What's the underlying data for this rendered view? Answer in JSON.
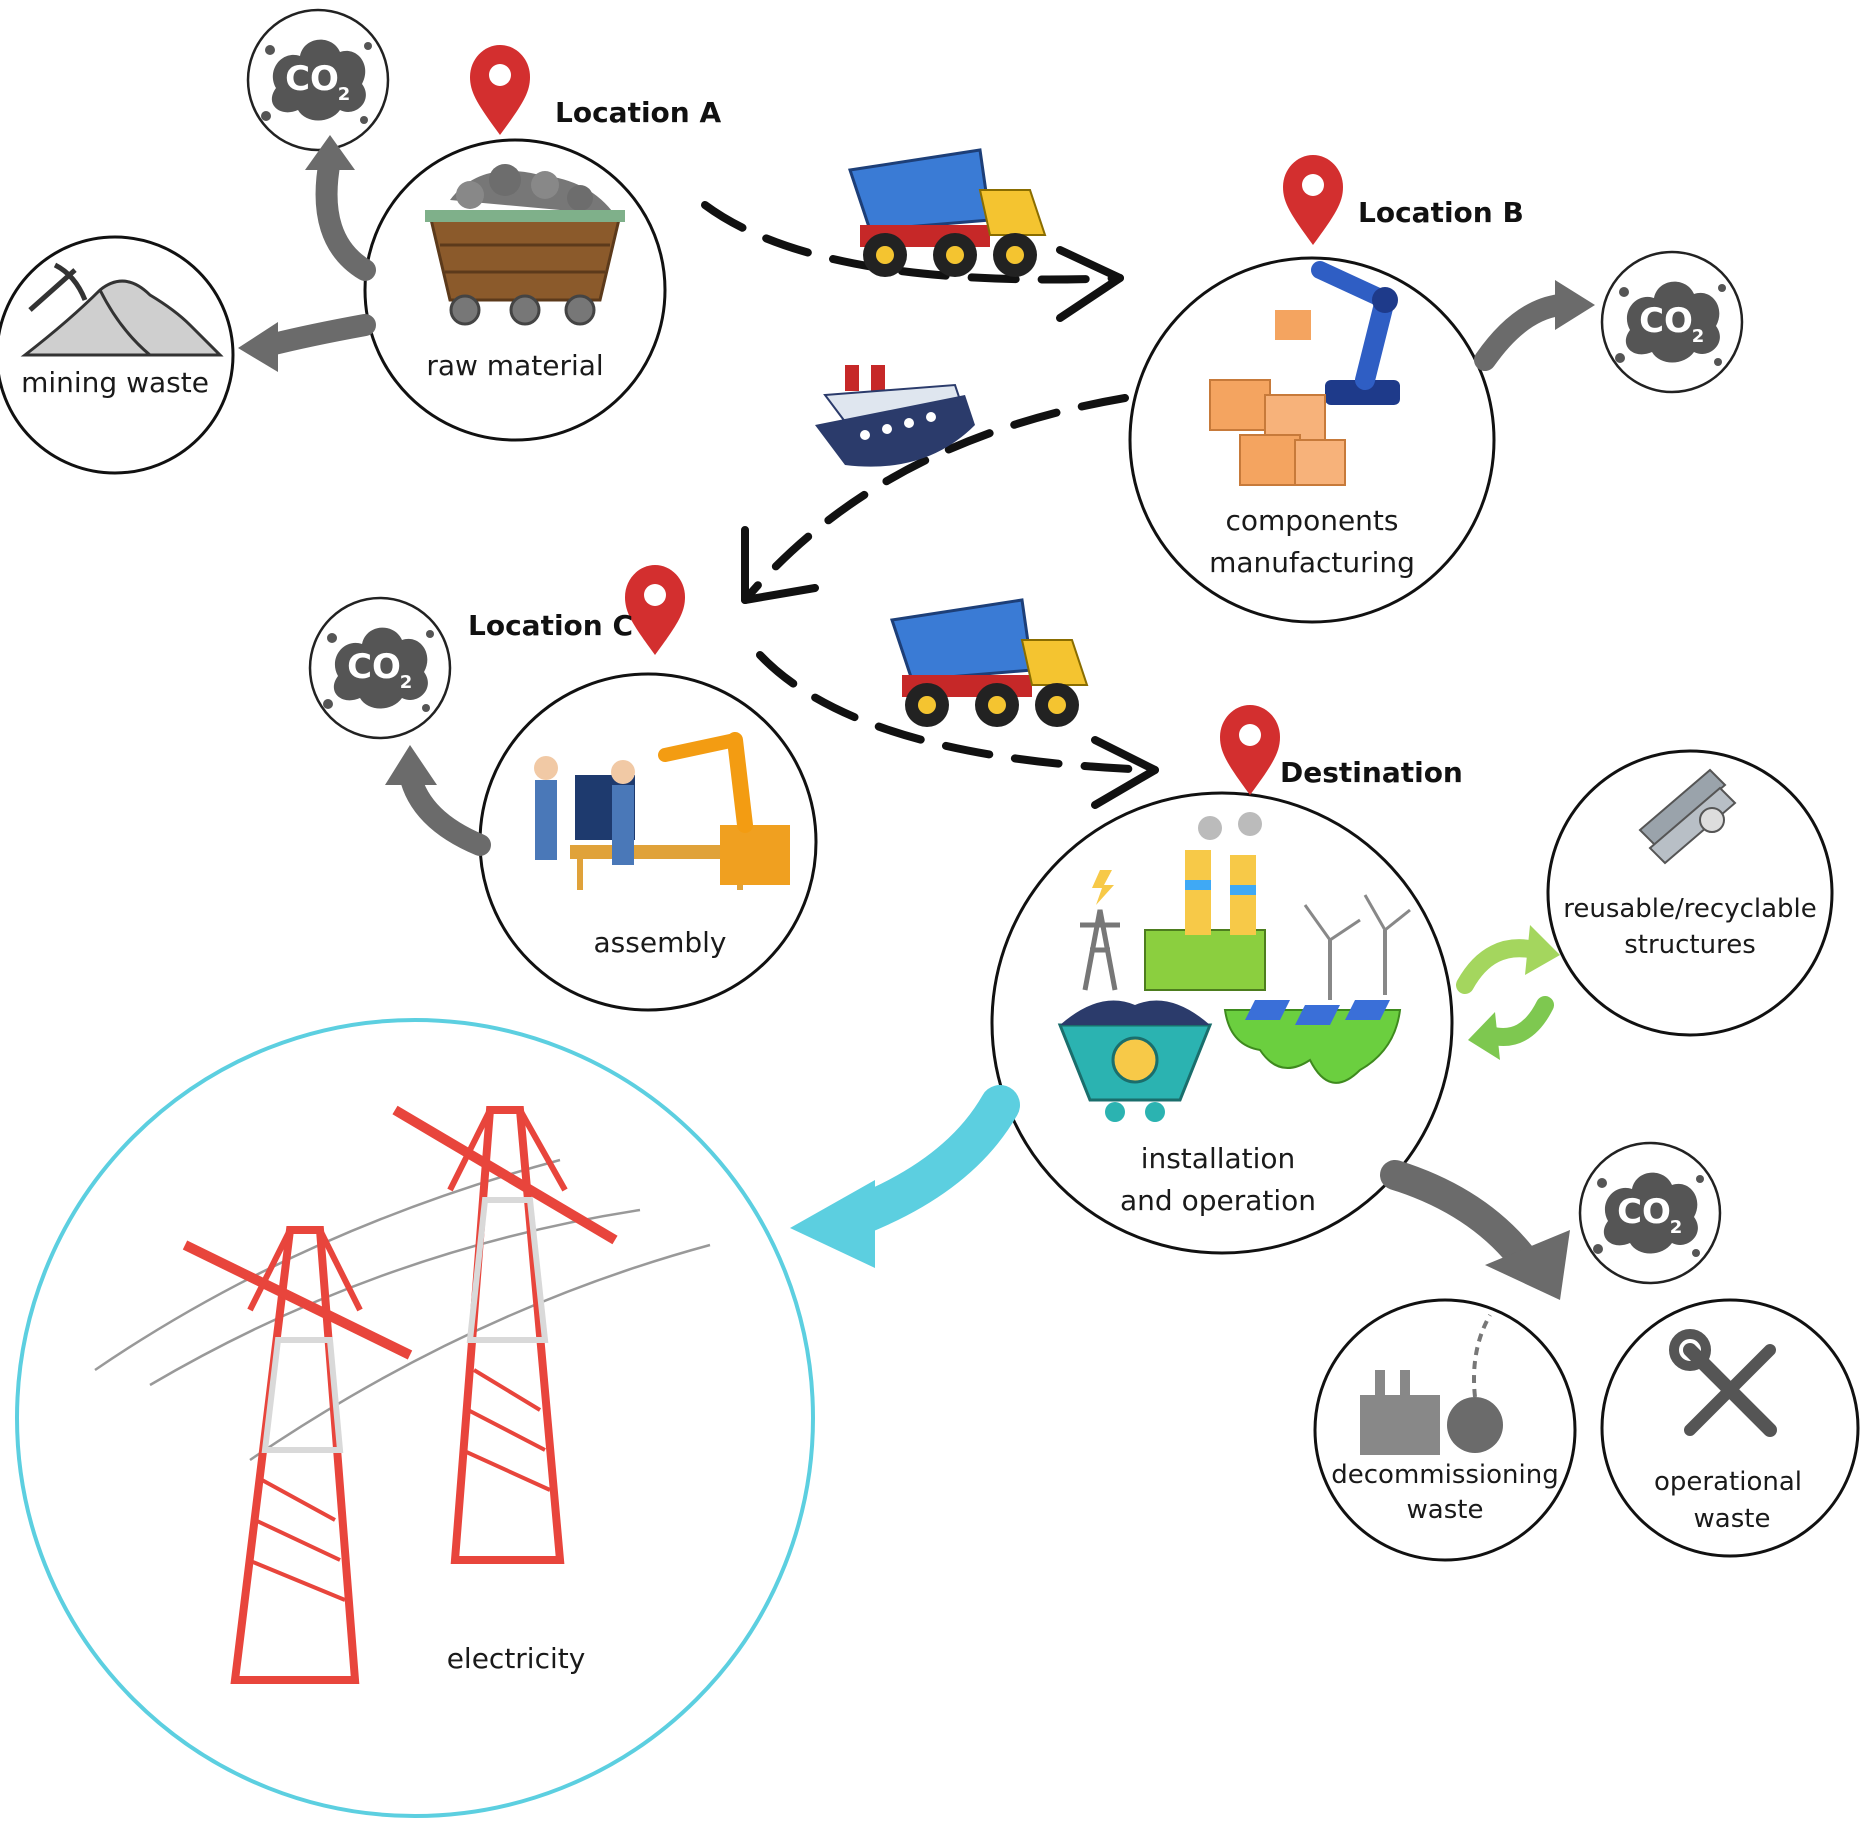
{
  "locations": {
    "a": "Location A",
    "b": "Location B",
    "c": "Location C",
    "destination": "Destination"
  },
  "stages": {
    "raw_material": "raw material",
    "components_line1": "components",
    "components_line2": "manufacturing",
    "assembly": "assembly",
    "installation_line1": "installation",
    "installation_line2": "and operation",
    "electricity": "electricity"
  },
  "waste": {
    "mining": "mining waste",
    "decommissioning_line1": "decommissioning",
    "decommissioning_line2": "waste",
    "operational_line1": "operational",
    "operational_line2": "waste",
    "reusable_line1": "reusable/recyclable",
    "reusable_line2": "structures"
  },
  "emissions": {
    "co2_main": "CO",
    "co2_sub": "2"
  },
  "colors": {
    "pin": "#d32f2f",
    "electricity_ring": "#5ccfe0",
    "tower": "#e8453c",
    "recycle_arrow": "#a4d65e",
    "grey_arrow": "#6b6b6b",
    "co2_cloud": "#555555"
  }
}
